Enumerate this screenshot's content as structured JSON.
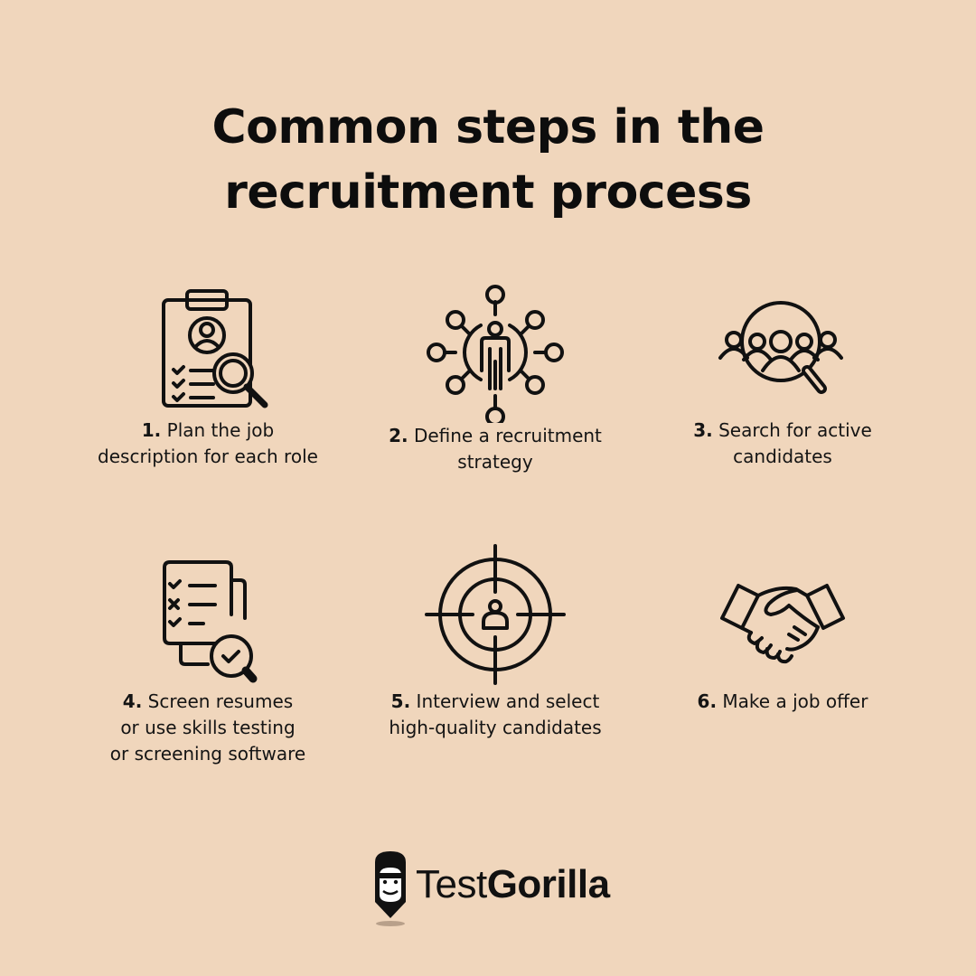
{
  "title": {
    "line1": "Common steps in the",
    "line2": "recruitment process"
  },
  "steps": [
    {
      "number": "1.",
      "text_line1": "Plan the job",
      "text_line2": "description for each role",
      "text_line3": "",
      "icon": "clipboard-candidate-search-icon"
    },
    {
      "number": "2.",
      "text_line1": "Define a recruitment",
      "text_line2": "strategy",
      "text_line3": "",
      "icon": "network-person-icon"
    },
    {
      "number": "3.",
      "text_line1": "Search for active",
      "text_line2": "candidates",
      "text_line3": "",
      "icon": "magnifier-people-icon"
    },
    {
      "number": "4.",
      "text_line1": "Screen resumes",
      "text_line2": "or use skills testing",
      "text_line3": "or screening software",
      "icon": "checklist-magnifier-icon"
    },
    {
      "number": "5.",
      "text_line1": "Interview and select",
      "text_line2": "high-quality candidates",
      "text_line3": "",
      "icon": "target-person-icon"
    },
    {
      "number": "6.",
      "text_line1": "Make a job offer",
      "text_line2": "",
      "text_line3": "",
      "icon": "handshake-icon"
    }
  ],
  "logo": {
    "text_light": "Test",
    "text_bold": "Gorilla",
    "icon": "gorilla-pencil-icon"
  },
  "colors": {
    "background": "#F0D6BC",
    "ink": "#111111"
  }
}
